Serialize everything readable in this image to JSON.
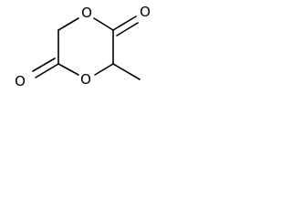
{
  "molecule": {
    "atoms": {
      "ring_o_top": "O",
      "ring_o_bottom": "O",
      "carbonyl_o_top": "O",
      "carbonyl_o_bottom": "O"
    },
    "bond_color": "#000000",
    "background_color": "#ffffff"
  }
}
